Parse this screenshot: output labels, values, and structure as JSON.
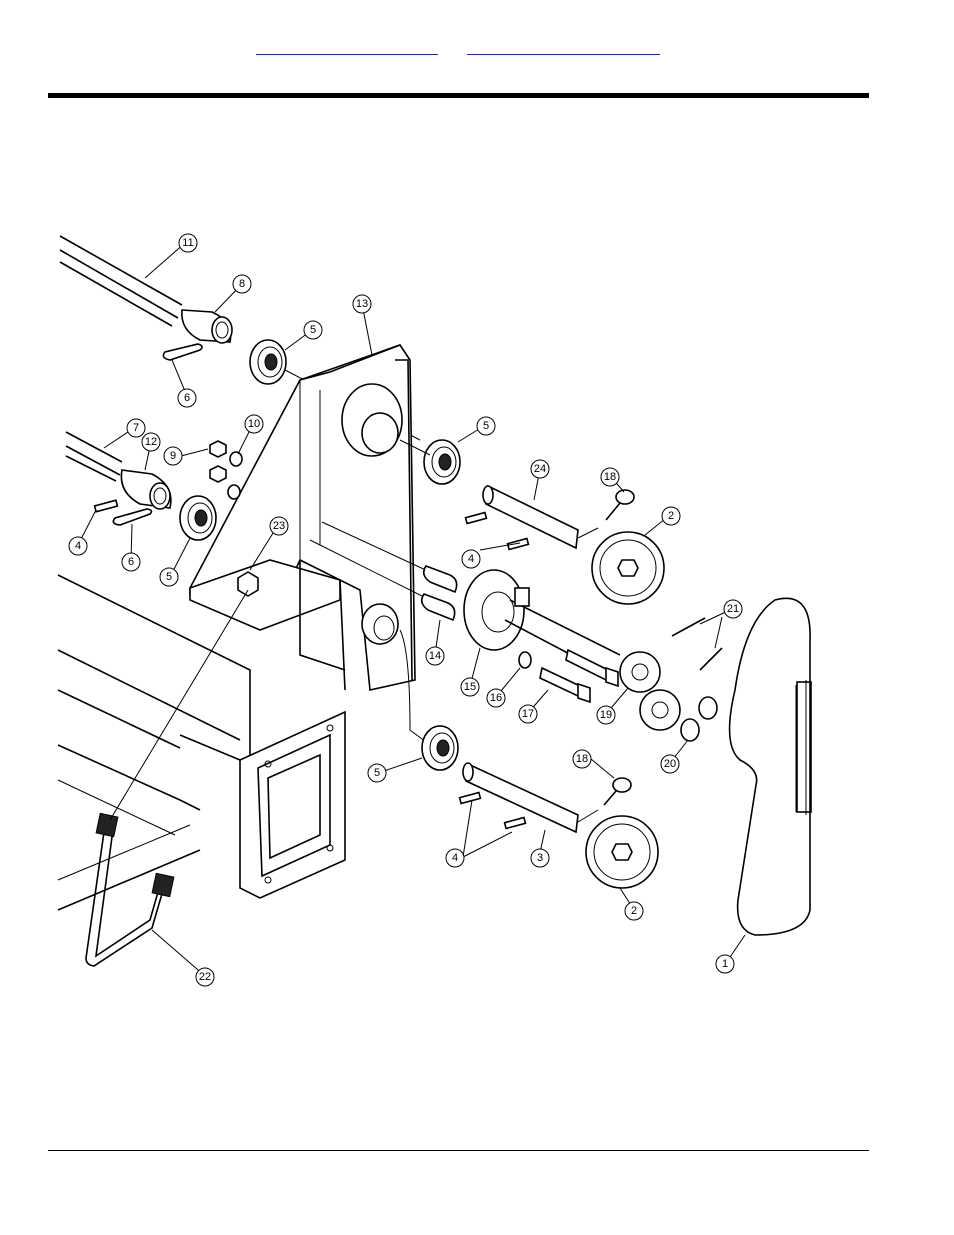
{
  "header": {
    "link_1": "",
    "link_2": ""
  },
  "diagram": {
    "callouts": [
      {
        "label": "11"
      },
      {
        "label": "8"
      },
      {
        "label": "5"
      },
      {
        "label": "6"
      },
      {
        "label": "13"
      },
      {
        "label": "7"
      },
      {
        "label": "10"
      },
      {
        "label": "9"
      },
      {
        "label": "12"
      },
      {
        "label": "5"
      },
      {
        "label": "24"
      },
      {
        "label": "18"
      },
      {
        "label": "2"
      },
      {
        "label": "4"
      },
      {
        "label": "6"
      },
      {
        "label": "5"
      },
      {
        "label": "23"
      },
      {
        "label": "4"
      },
      {
        "label": "21"
      },
      {
        "label": "14"
      },
      {
        "label": "15"
      },
      {
        "label": "16"
      },
      {
        "label": "17"
      },
      {
        "label": "19"
      },
      {
        "label": "20"
      },
      {
        "label": "5"
      },
      {
        "label": "18"
      },
      {
        "label": "4"
      },
      {
        "label": "3"
      },
      {
        "label": "2"
      },
      {
        "label": "22"
      },
      {
        "label": "1"
      }
    ]
  }
}
